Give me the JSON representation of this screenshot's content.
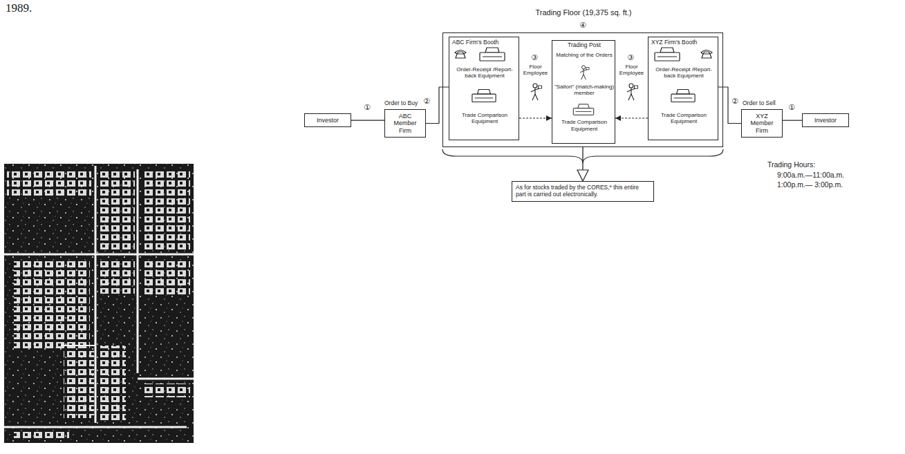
{
  "diagram": {
    "nodes": [
      {
        "text": [
          "Investor"
        ]
      },
      {
        "text": [
          "ABC Member Firm"
        ]
      },
      {
        "text": [
          "Trading Floor (19,375 sq. ft.)"
        ]
      },
      {
        "text": [
          "ABC Firm's Booth",
          "Order-Receipt /Report-back Equipment",
          "Trade Comparison Equipment"
        ],
        "in": 2
      },
      {
        "text": [
          "Trading Post",
          "Matching of the Orders",
          "\"Saitori\" (match-making) member",
          "Trade Comparison Equipment"
        ],
        "in": 2
      },
      {
        "text": [
          "XYZ Firm's Booth",
          "Order-Receipt /Report-back Equipment",
          "Trade Comparison Equipment"
        ],
        "in": 2
      },
      {
        "text": [
          "XYZ Member Firm"
        ]
      },
      {
        "text": [
          "Investor"
        ]
      },
      {
        "text": [
          "As for stocks traded by the CORES,* this entire part is carried out electronically."
        ]
      }
    ],
    "edges": [
      {
        "from": 0,
        "to": 1,
        "arrow": "none"
      },
      {
        "from": 1,
        "to": 3,
        "arrow": "none"
      },
      {
        "from": 3,
        "to": 4,
        "arrow": "to"
      },
      {
        "from": 5,
        "to": 4,
        "arrow": "to"
      },
      {
        "from": 6,
        "to": 5,
        "arrow": "none"
      },
      {
        "from": 7,
        "to": 6,
        "arrow": "none"
      },
      {
        "from": 2,
        "to": 8,
        "arrow": "to"
      }
    ],
    "labels": [
      "1989.",
      "①",
      "Order to Buy",
      "②",
      "③",
      "Floor Employee",
      "④",
      "③",
      "Floor Employee",
      "②",
      "Order to Sell",
      "①",
      "Trading Hours:",
      "9:00a.m.—11:00a.m.",
      "1:00p.m.— 3:00p.m."
    ]
  }
}
